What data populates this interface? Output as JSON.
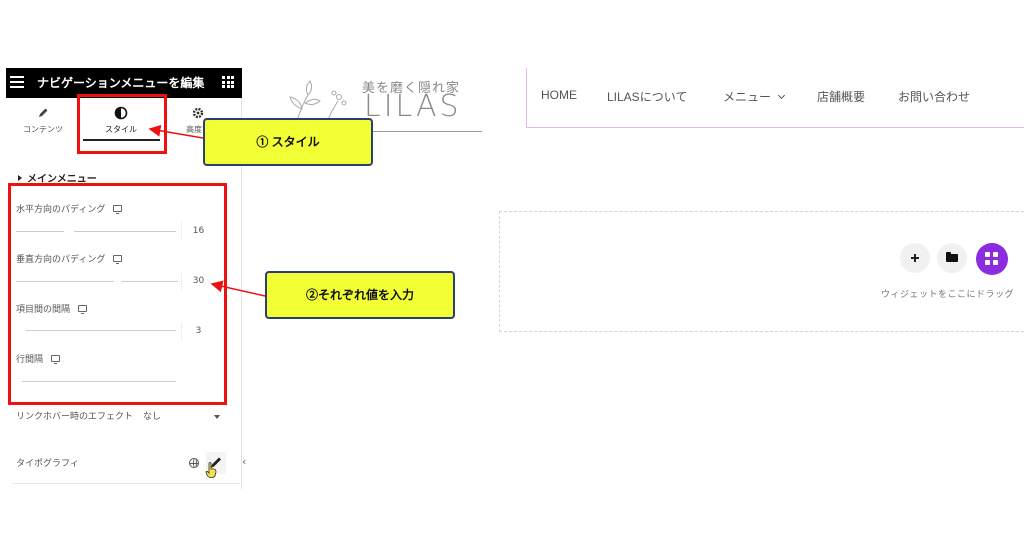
{
  "editor": {
    "title": "ナビゲーションメニューを編集",
    "tabs": [
      {
        "label": "コンテンツ",
        "icon": "pencil-icon"
      },
      {
        "label": "スタイル",
        "icon": "contrast-icon"
      },
      {
        "label": "高度な",
        "icon": "gear-icon"
      }
    ],
    "section_title": "メインメニュー",
    "controls": [
      {
        "label": "水平方向のパディング",
        "value": "16"
      },
      {
        "label": "垂直方向のパディング",
        "value": "30"
      },
      {
        "label": "項目間の間隔",
        "value": "3"
      },
      {
        "label": "行間隔",
        "value": ""
      }
    ],
    "hover_effect": {
      "label": "リンクホバー時のエフェクト",
      "value": "なし"
    },
    "typography": {
      "label": "タイポグラフィ"
    }
  },
  "site": {
    "logo_tagline": "美を磨く隠れ家",
    "logo_word": "LILAS",
    "nav": [
      {
        "label": "HOME"
      },
      {
        "label": "LILASについて"
      },
      {
        "label": "メニュー",
        "has_dropdown": true
      },
      {
        "label": "店舗概要"
      },
      {
        "label": "お問い合わせ"
      }
    ],
    "nav_border_color": "#e6b8f2",
    "drop_zone_text": "ウィジェットをここにドラッグ",
    "kit_button_color": "#8b2ce0"
  },
  "annotations": {
    "callout_1": "① スタイル",
    "callout_2": "②それぞれ値を入力",
    "highlight_color": "#ee1111",
    "callout_color": "#f2ff35"
  }
}
